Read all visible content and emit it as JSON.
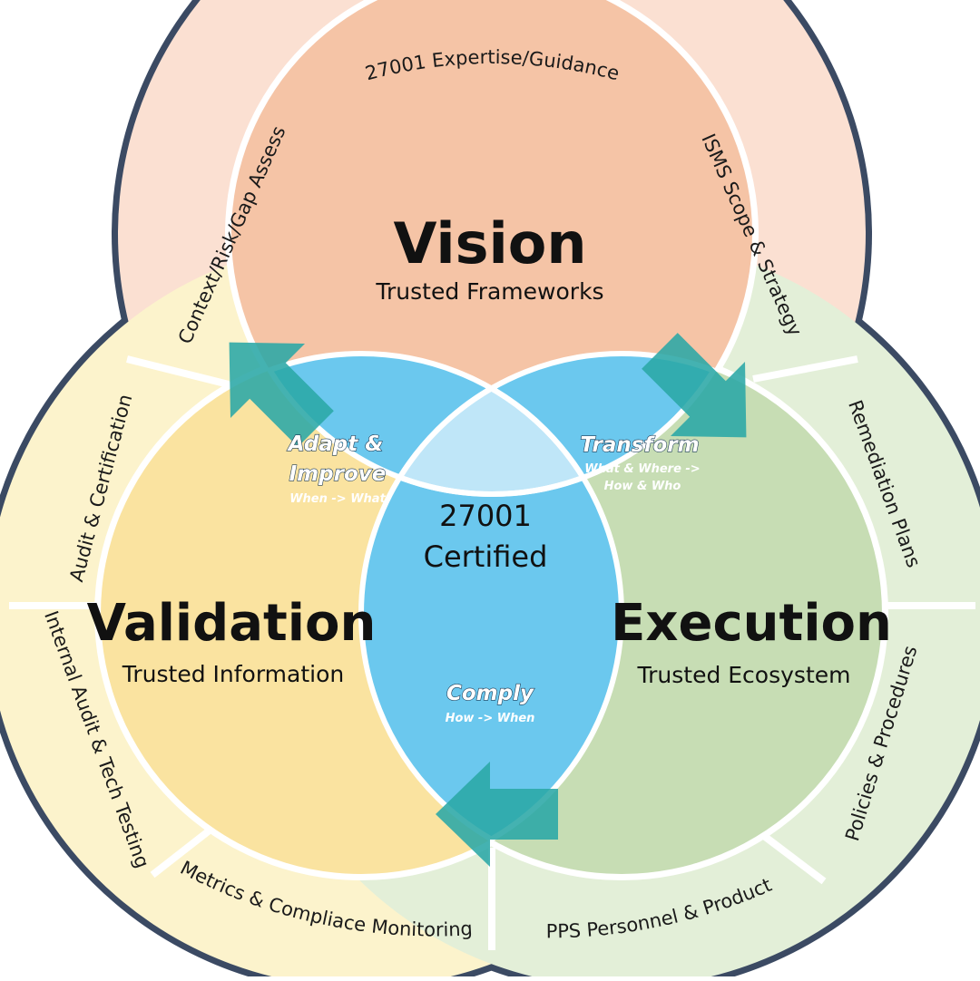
{
  "center": {
    "line1": "27001",
    "line2": "Certified"
  },
  "circles": {
    "vision": {
      "title": "Vision",
      "subtitle": "Trusted Frameworks"
    },
    "validation": {
      "title": "Validation",
      "subtitle": "Trusted Information"
    },
    "execution": {
      "title": "Execution",
      "subtitle": "Trusted Ecosystem"
    }
  },
  "overlaps": {
    "adapt": {
      "line1": "Adapt &",
      "line2": "Improve",
      "note": "When -> What"
    },
    "transform": {
      "title": "Transform",
      "note1": "What & Where ->",
      "note2": "How & Who"
    },
    "comply": {
      "title": "Comply",
      "note": "How -> When"
    }
  },
  "ring_labels": {
    "expertise": "27001 Expertise/Guidance",
    "context": "Context/Risk/Gap Assess",
    "isms": "ISMS Scope & Strategy",
    "audit_cert": "Audit & Certification",
    "remediation": "Remediation Plans",
    "internal_audit": "Internal Audit & Tech Testing",
    "policies": "Policies & Procedures",
    "metrics": "Metrics & Compliace Monitoring",
    "pps": "PPS Personnel & Product"
  },
  "colors": {
    "outline": "#3b4a63",
    "vision_inner": "#f5c4a6",
    "vision_ring": "#fbe0d2",
    "validation_inner": "#fae3a0",
    "validation_ring": "#fcf3cc",
    "execution_inner": "#c7ddb4",
    "execution_ring": "#e3efd8",
    "overlap_blue": "#6bc8ee",
    "center_blue": "#bfe6f8",
    "arrow_teal": "#2aa7a6"
  },
  "icons": [
    "arrow-up-right-icon",
    "arrow-down-right-icon",
    "arrow-left-icon"
  ]
}
